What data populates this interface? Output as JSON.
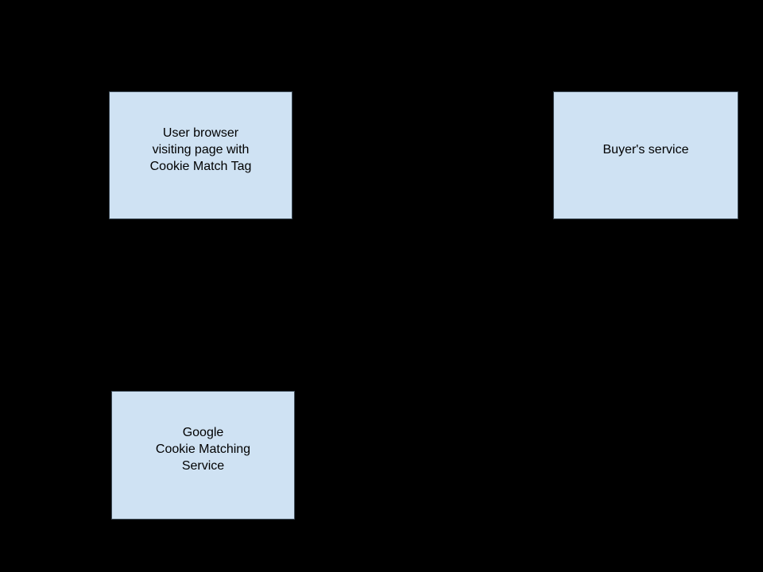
{
  "diagram": {
    "background_color": "#000000",
    "node_fill_color": "#cfe2f3",
    "node_border_color": "#3f4d59",
    "node_text_color": "#000000",
    "nodes": {
      "user_browser": {
        "lines": [
          "User browser",
          "visiting page with",
          "Cookie Match Tag"
        ]
      },
      "buyers_service": {
        "lines": [
          "Buyer's service"
        ]
      },
      "google_cookie_matching": {
        "lines": [
          "Google",
          "Cookie Matching",
          "Service"
        ]
      }
    }
  }
}
